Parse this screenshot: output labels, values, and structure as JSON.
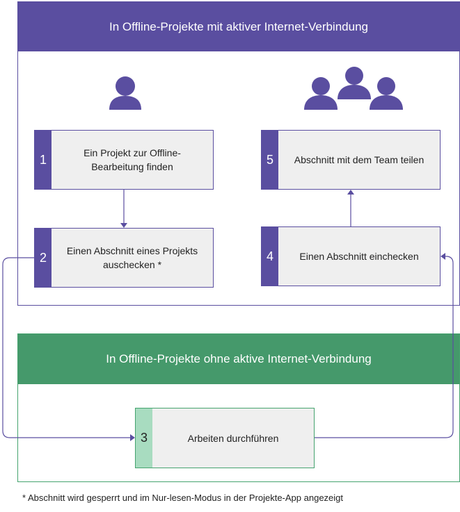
{
  "online": {
    "title": "In Offline-Projekte mit aktiver Internet-Verbindung",
    "steps": [
      {
        "num": "1",
        "label": "Ein Projekt zur Offline-Bearbeitung finden"
      },
      {
        "num": "2",
        "label": "Einen Abschnitt eines Projekts auschecken *"
      },
      {
        "num": "4",
        "label": "Einen Abschnitt einchecken"
      },
      {
        "num": "5",
        "label": "Abschnitt mit dem Team teilen"
      }
    ]
  },
  "offline": {
    "title": "In Offline-Projekte ohne aktive Internet-Verbindung",
    "step": {
      "num": "3",
      "label": "Arbeiten durchführen"
    }
  },
  "footnote": "* Abschnitt wird gesperrt und im Nur-lesen-Modus in der Projekte-App angezeigt",
  "icons": {
    "single": "person-icon",
    "team": "team-icon"
  },
  "colors": {
    "purple": "#5a4ea0",
    "green": "#45996b",
    "light_green": "#a8dcc0",
    "box": "#efefef"
  }
}
